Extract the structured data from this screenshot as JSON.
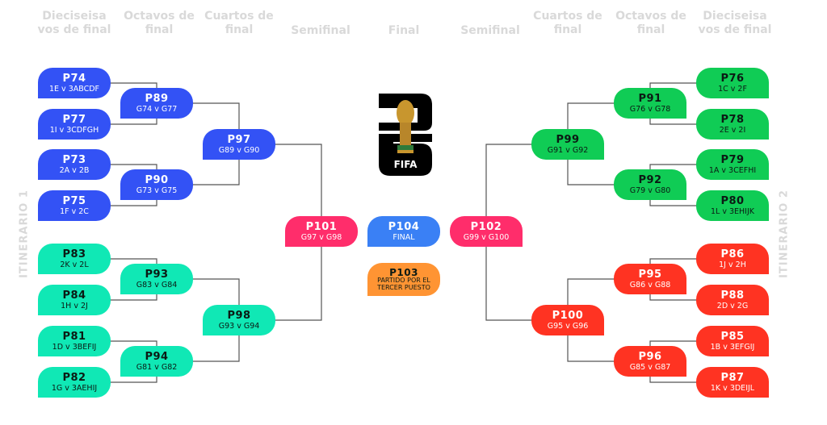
{
  "headers": {
    "left": [
      "Dieciseisa vos de final",
      "Octavos de final",
      "Cuartos de final",
      "Semifinal"
    ],
    "center": "Final",
    "right": [
      "Semifinal",
      "Cuartos de final",
      "Octavos de final",
      "Dieciseisa vos de final"
    ]
  },
  "side_labels": {
    "left": "ITINERARIO 1",
    "right": "ITINERARIO 2"
  },
  "logo": {
    "text": "FIFA",
    "numerals": "26"
  },
  "colors": {
    "blue": "#3352f5",
    "teal": "#10e8b5",
    "green": "#10cc55",
    "red": "#ff3322",
    "pink": "#ff2d6b",
    "final": "#3a80f5",
    "third": "#ff9433"
  },
  "matches": [
    {
      "id": "P74",
      "teams": "1E v 3ABCDF",
      "color": "blue"
    },
    {
      "id": "P77",
      "teams": "1I v 3CDFGH",
      "color": "blue"
    },
    {
      "id": "P73",
      "teams": "2A v 2B",
      "color": "blue"
    },
    {
      "id": "P75",
      "teams": "1F v 2C",
      "color": "blue"
    },
    {
      "id": "P83",
      "teams": "2K v 2L",
      "color": "teal"
    },
    {
      "id": "P84",
      "teams": "1H v 2J",
      "color": "teal"
    },
    {
      "id": "P81",
      "teams": "1D v 3BEFIJ",
      "color": "teal"
    },
    {
      "id": "P82",
      "teams": "1G v 3AEHIJ",
      "color": "teal"
    },
    {
      "id": "P89",
      "teams": "G74 v G77",
      "color": "blue"
    },
    {
      "id": "P90",
      "teams": "G73 v G75",
      "color": "blue"
    },
    {
      "id": "P93",
      "teams": "G83 v G84",
      "color": "teal"
    },
    {
      "id": "P94",
      "teams": "G81 v G82",
      "color": "teal"
    },
    {
      "id": "P97",
      "teams": "G89 v G90",
      "color": "blue"
    },
    {
      "id": "P98",
      "teams": "G93 v G94",
      "color": "teal"
    },
    {
      "id": "P101",
      "teams": "G97 v G98",
      "color": "pink"
    },
    {
      "id": "P104",
      "teams": "FINAL",
      "color": "final"
    },
    {
      "id": "P103",
      "teams": "PARTIDO POR EL TERCER PUESTO",
      "color": "third"
    },
    {
      "id": "P102",
      "teams": "G99 v G100",
      "color": "pink"
    },
    {
      "id": "P99",
      "teams": "G91 v G92",
      "color": "green"
    },
    {
      "id": "P100",
      "teams": "G95 v G96",
      "color": "red"
    },
    {
      "id": "P91",
      "teams": "G76 v G78",
      "color": "green"
    },
    {
      "id": "P92",
      "teams": "G79 v G80",
      "color": "green"
    },
    {
      "id": "P95",
      "teams": "G86 v G88",
      "color": "red"
    },
    {
      "id": "P96",
      "teams": "G85 v G87",
      "color": "red"
    },
    {
      "id": "P76",
      "teams": "1C v 2F",
      "color": "green"
    },
    {
      "id": "P78",
      "teams": "2E v 2I",
      "color": "green"
    },
    {
      "id": "P79",
      "teams": "1A v 3CEFHI",
      "color": "green"
    },
    {
      "id": "P80",
      "teams": "1L v 3EHIJK",
      "color": "green"
    },
    {
      "id": "P86",
      "teams": "1J v 2H",
      "color": "red"
    },
    {
      "id": "P88",
      "teams": "2D v 2G",
      "color": "red"
    },
    {
      "id": "P85",
      "teams": "1B v 3EFGIJ",
      "color": "red"
    },
    {
      "id": "P87",
      "teams": "1K v 3DEIJL",
      "color": "red"
    }
  ]
}
